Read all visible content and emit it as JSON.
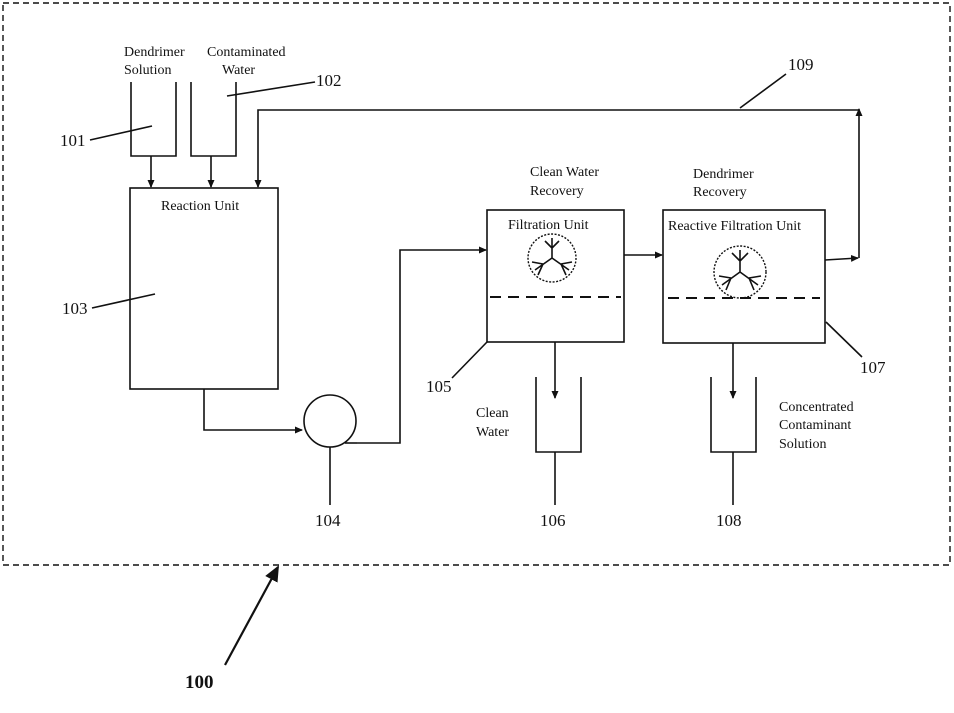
{
  "system": {
    "number": "100"
  },
  "inputs": {
    "dendrimer": {
      "label_line1": "Dendrimer",
      "label_line2": "Solution",
      "number": "101"
    },
    "water": {
      "label_line1": "Contaminated",
      "label_line2": "Water",
      "number": "102"
    }
  },
  "reaction_unit": {
    "label": "Reaction Unit",
    "number": "103"
  },
  "pump": {
    "number": "104"
  },
  "filtration_unit": {
    "header_line1": "Clean Water",
    "header_line2": "Recovery",
    "label": "Filtration Unit",
    "number": "105"
  },
  "clean_water_tank": {
    "label_line1": "Clean",
    "label_line2": "Water",
    "number": "106"
  },
  "reactive_unit": {
    "header_line1": "Dendrimer",
    "header_line2": "Recovery",
    "label": "Reactive Filtration Unit",
    "number": "107"
  },
  "contaminant_tank": {
    "label_line1": "Concentrated",
    "label_line2": "Contaminant",
    "label_line3": "Solution",
    "number": "108"
  },
  "recycle_line": {
    "number": "109"
  }
}
